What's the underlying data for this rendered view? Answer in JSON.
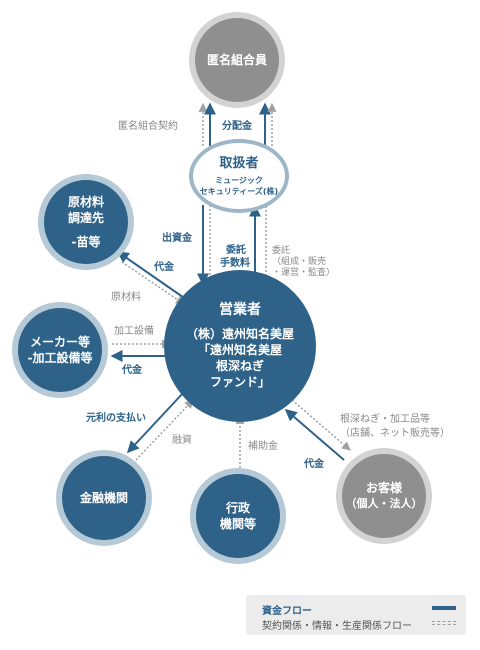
{
  "colors": {
    "money_flow": "#2e6288",
    "info_flow": "#a0a0a0",
    "node_blue": "#2e6288",
    "node_grey": "#8f8f8f"
  },
  "nodes": {
    "investors": {
      "lines": [
        "匿名組合員"
      ]
    },
    "dealer": {
      "title": "取扱者",
      "sub": [
        "ミュージック",
        "セキュリティーズ(株)"
      ]
    },
    "operator": {
      "title": "営業者",
      "lines": [
        "（株）遠州知名美屋",
        "「遠州知名美屋",
        "根深ねぎ",
        "ファンド」"
      ]
    },
    "suppliers": {
      "lines": [
        "原材料",
        "調達先",
        "",
        "-苗等"
      ]
    },
    "makers": {
      "lines": [
        "メーカー等",
        "-加工設備等"
      ]
    },
    "finance": {
      "lines": [
        "金融機関"
      ]
    },
    "government": {
      "lines": [
        "行政",
        "機関等"
      ]
    },
    "customers": {
      "lines": [
        "お客様",
        "（個人・法人）"
      ]
    }
  },
  "flows": {
    "contract": "匿名組合契約",
    "dividend": "分配金",
    "investment": "出資金",
    "commission_money": [
      "委託",
      "手数料"
    ],
    "commission_info": [
      "委託",
      "（組成・販売",
      "・運営・監査）"
    ],
    "supplier_payment": "代金",
    "raw_materials": "原材料",
    "equipment": "加工設備",
    "maker_payment": "代金",
    "repayment": "元利の支払い",
    "financing": "融資",
    "subsidy": "補助金",
    "products": [
      "根深ねぎ・加工品等",
      "（店舗、ネット販売等）"
    ],
    "customer_payment": "代金"
  },
  "legend": {
    "money_label": "資金フロー",
    "info_label": "契約関係・情報・生産関係フロー"
  }
}
